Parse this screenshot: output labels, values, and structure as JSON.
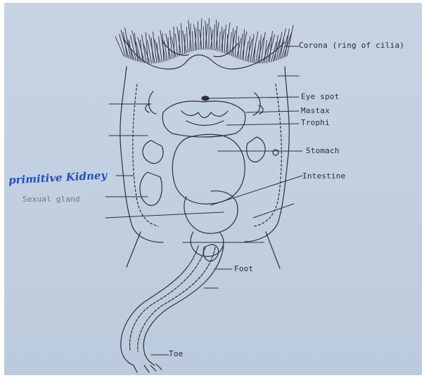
{
  "labels": {
    "corona": "Corona (ring of cilia)",
    "eye_spot": "Eye spot",
    "mastax": "Mastax",
    "trophi": "Trophi",
    "stomach": "Stomach",
    "intestine": "Intestine",
    "foot": "Foot",
    "toe": "Toe",
    "sexual_gland": "Sexual gland",
    "handwritten_annotation": "primitive Kidney"
  },
  "colors": {
    "paper": "#c5d2e2",
    "ink": "#2a2a35",
    "annotation_ink": "#1f4fc0"
  }
}
